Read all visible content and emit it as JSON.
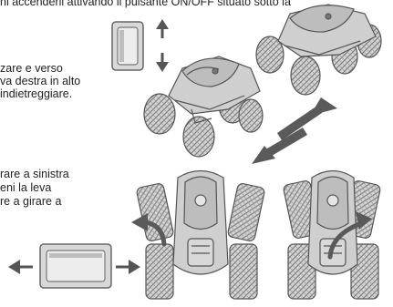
{
  "manual": {
    "header_line": "ni accenderli attivando il pulsante ON/OFF situato sotto la",
    "forward_block": [
      "zare e verso",
      "va destra in alto",
      "indietreggiare."
    ],
    "turn_block": [
      "rare a sinistra",
      "eni la leva",
      "re a girare a"
    ]
  },
  "colors": {
    "line": "#5f5f5f",
    "fill": "#c9c9c9",
    "arrow": "#555555"
  },
  "icons": [
    "vertical-lever-icon",
    "up-down-arrow-icon",
    "horizontal-lever-icon",
    "left-right-arrow-icon",
    "rc-car-forward-icon",
    "rc-car-backward-icon",
    "rc-car-top-left-icon",
    "rc-car-top-right-icon",
    "curved-arrow-icon",
    "diagonal-arrow-icon"
  ]
}
